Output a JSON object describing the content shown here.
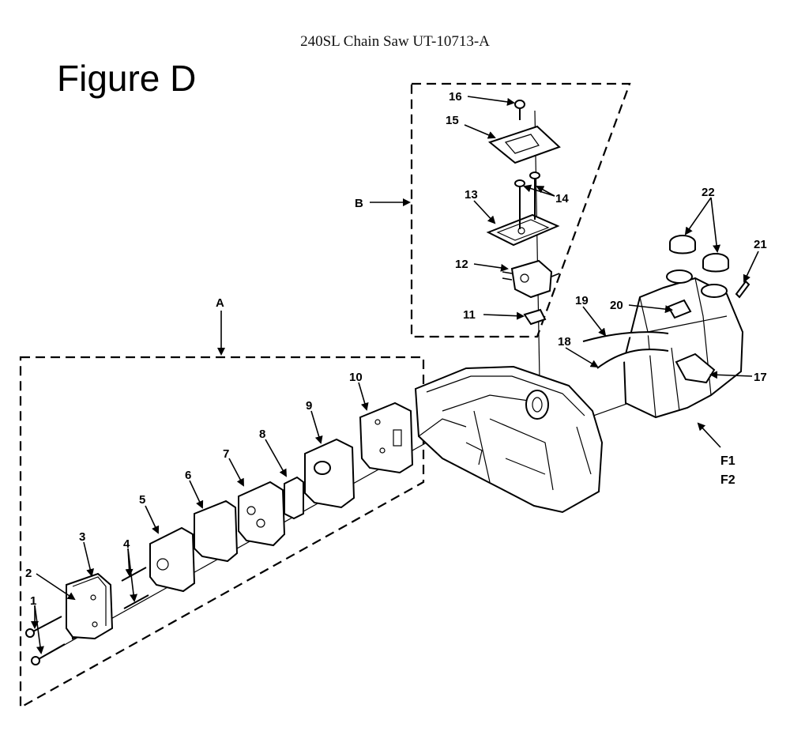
{
  "header": {
    "title": "240SL Chain Saw UT-10713-A"
  },
  "figure": {
    "title": "Figure D"
  },
  "callouts": {
    "n1": "1",
    "n2": "2",
    "n3": "3",
    "n4": "4",
    "n5": "5",
    "n6": "6",
    "n7": "7",
    "n8": "8",
    "n9": "9",
    "n10": "10",
    "n11": "11",
    "n12": "12",
    "n13": "13",
    "n14": "14",
    "n15": "15",
    "n16": "16",
    "n17": "17",
    "n18": "18",
    "n19": "19",
    "n20": "20",
    "n21": "21",
    "n22": "22"
  },
  "groups": {
    "a": "A",
    "b": "B",
    "f1": "F1",
    "f2": "F2"
  }
}
